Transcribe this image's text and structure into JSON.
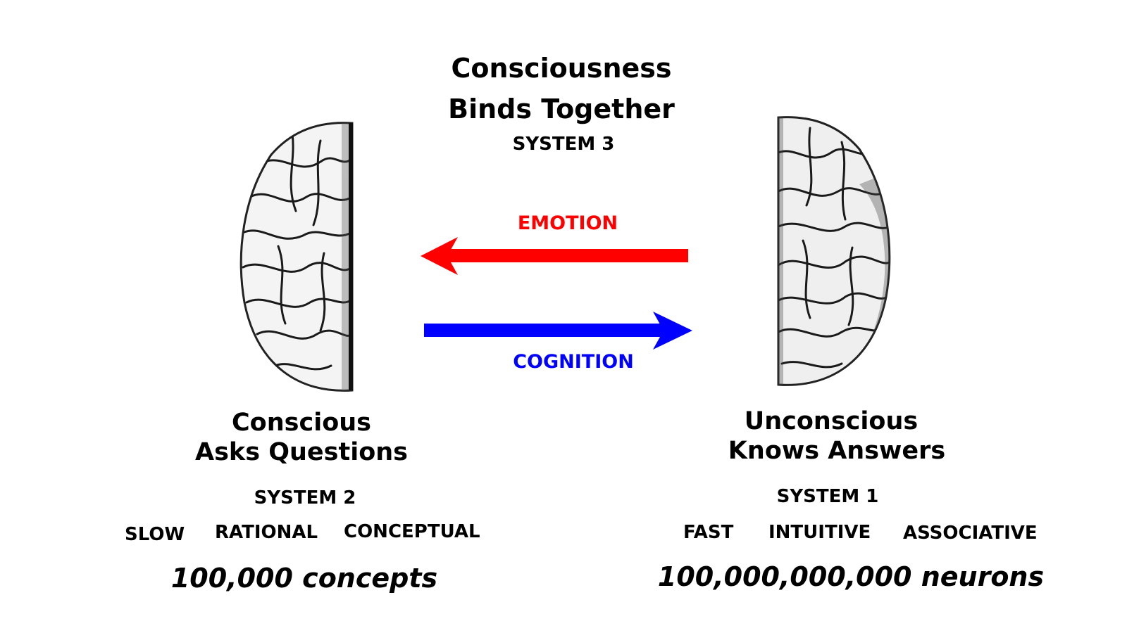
{
  "top": {
    "title_line1": "Consciousness",
    "title_line2": "Binds Together",
    "system": "SYSTEM 3"
  },
  "arrows": {
    "emotion": {
      "label": "EMOTION",
      "direction": "left",
      "color": "#ff0000"
    },
    "cognition": {
      "label": "COGNITION",
      "direction": "right",
      "color": "#0000ff"
    }
  },
  "left": {
    "title_line1": "Conscious",
    "title_line2": "Asks Questions",
    "system": "SYSTEM 2",
    "attributes": [
      "SLOW",
      "RATIONAL",
      "CONCEPTUAL"
    ],
    "count": "100,000 concepts"
  },
  "right": {
    "title_line1": "Unconscious",
    "title_line2": "Knows Answers",
    "system": "SYSTEM 1",
    "attributes": [
      "FAST",
      "INTUITIVE",
      "ASSOCIATIVE"
    ],
    "count": "100,000,000,000 neurons"
  }
}
